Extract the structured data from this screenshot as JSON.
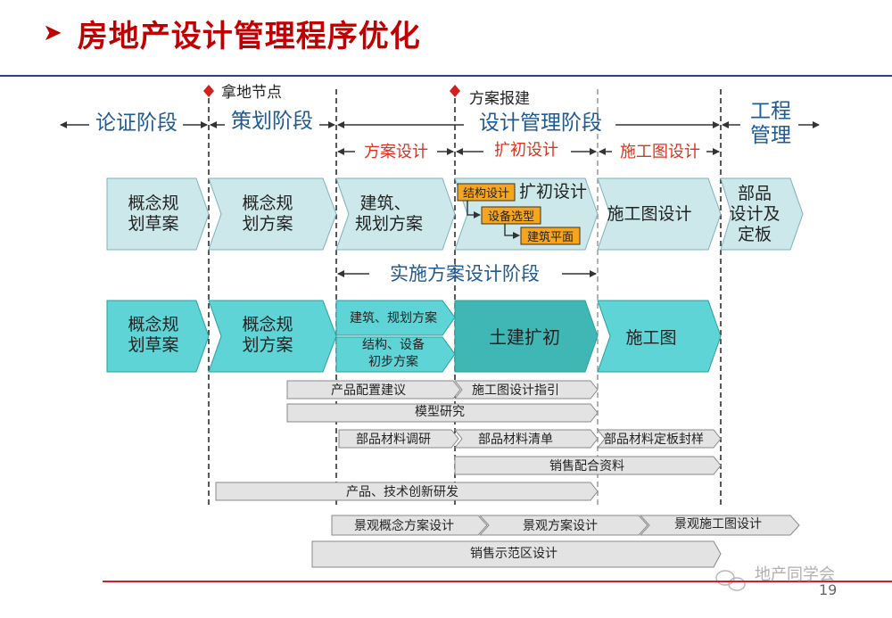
{
  "title": "房地产设计管理程序优化",
  "watermark": "地产同学会",
  "page_number": "19",
  "milestones": [
    "拿地节点",
    "方案报建"
  ],
  "phases": {
    "p1": "论证阶段",
    "p2": "策划阶段",
    "p3": "设计管理阶段",
    "p4": [
      "工程",
      "管理"
    ],
    "design_sub": [
      "方案设计",
      "扩初设计",
      "施工图设计"
    ],
    "impl": "实施方案设计阶段"
  },
  "row1": {
    "c1": [
      "概念规",
      "划草案"
    ],
    "c2": [
      "概念规",
      "划方案"
    ],
    "c3": [
      "建筑、",
      "规划方案"
    ],
    "c4_title": "扩初设计",
    "c4_tags": [
      "结构设计",
      "设备选型",
      "建筑平面"
    ],
    "c5": "施工图设计",
    "c6": [
      "部品",
      "设计及",
      "定板"
    ]
  },
  "row2": {
    "c1": [
      "概念规",
      "划草案"
    ],
    "c2": [
      "概念规",
      "划方案"
    ],
    "c3a": "建筑、规划方案",
    "c3b": [
      "结构、设备",
      "初步方案"
    ],
    "c4": "土建扩初",
    "c5": "施工图"
  },
  "tasks": {
    "t1a": "产品配置建议",
    "t1b": "施工图设计指引",
    "t2": "模型研究",
    "t3a": "部品材料调研",
    "t3b": "部品材料清单",
    "t3c": "部品材料定板封样",
    "t4": "销售配合资料",
    "t5": "产品、技术创新研发",
    "t6a": "景观概念方案设计",
    "t6b": "景观方案设计",
    "t6c": "景观施工图设计",
    "t7": "销售示范区设计"
  },
  "colors": {
    "title": "#c00000",
    "phase_blue": "#1f5a94",
    "design_red": "#d9341e",
    "row1_fill": "#cde8ea",
    "row2_fill": "#5ed4d6",
    "row2_dark": "#3fb7b5",
    "tag_fill": "#f7a51d",
    "task_fill": "#e3e3e3"
  }
}
